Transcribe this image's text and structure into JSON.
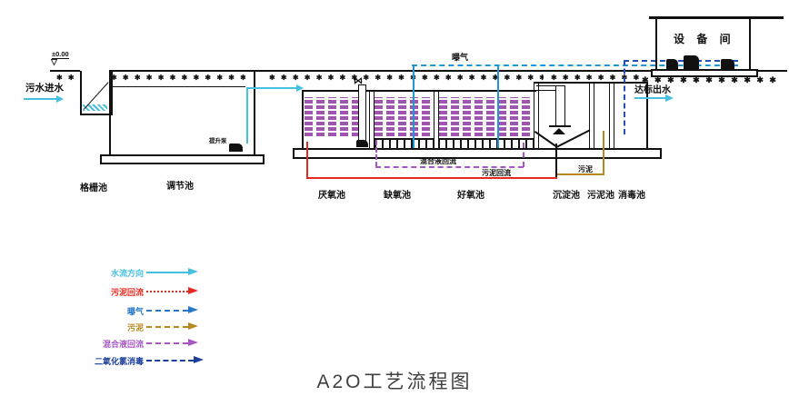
{
  "title": "A2O工艺流程图",
  "colors": {
    "water": "#45c0e0",
    "aeration": "#2097d3",
    "clo2": "#2450b5",
    "sludge_return": "#e6281e",
    "sludge": "#b5891f",
    "mixed_liquor": "#a757c5",
    "media": "#a055b0",
    "title_text": "#3f3f3f"
  },
  "labels": {
    "elevation": "±0.00",
    "inlet": "污水进水",
    "screen_tank": "格栅池",
    "regulating_tank": "调节池",
    "lift_pump": "提升泵",
    "anaerobic_tank": "厌氧池",
    "anoxic_tank": "缺氧池",
    "aerobic_tank": "好氧池",
    "sedimentation_tank": "沉淀池",
    "sludge_tank": "污泥池",
    "disinfection_tank": "消毒池",
    "aeration": "曝气",
    "mixed_liquor_return": "混合液回流",
    "sludge_return": "污泥回流",
    "sludge": "污泥",
    "effluent": "达标出水",
    "equipment_room": "设 备 间"
  },
  "legend": {
    "items": [
      {
        "label": "水流方向",
        "color": "#45c0e0",
        "line_style": "solid"
      },
      {
        "label": "污泥回流",
        "color": "#e6281e",
        "line_style": "dotted"
      },
      {
        "label": "曝气",
        "color": "#2878c8",
        "line_style": "dashed"
      },
      {
        "label": "污泥",
        "color": "#b5891f",
        "line_style": "dashed"
      },
      {
        "label": "混合液回流",
        "color": "#a757c5",
        "line_style": "dashed"
      },
      {
        "label": "二氧化氯消毒",
        "color": "#1d3f9c",
        "line_style": "dashed"
      }
    ]
  },
  "decor": {
    "soil_glyph": "✱",
    "valve_glyph": "⋈",
    "level_symbol": "▽"
  }
}
